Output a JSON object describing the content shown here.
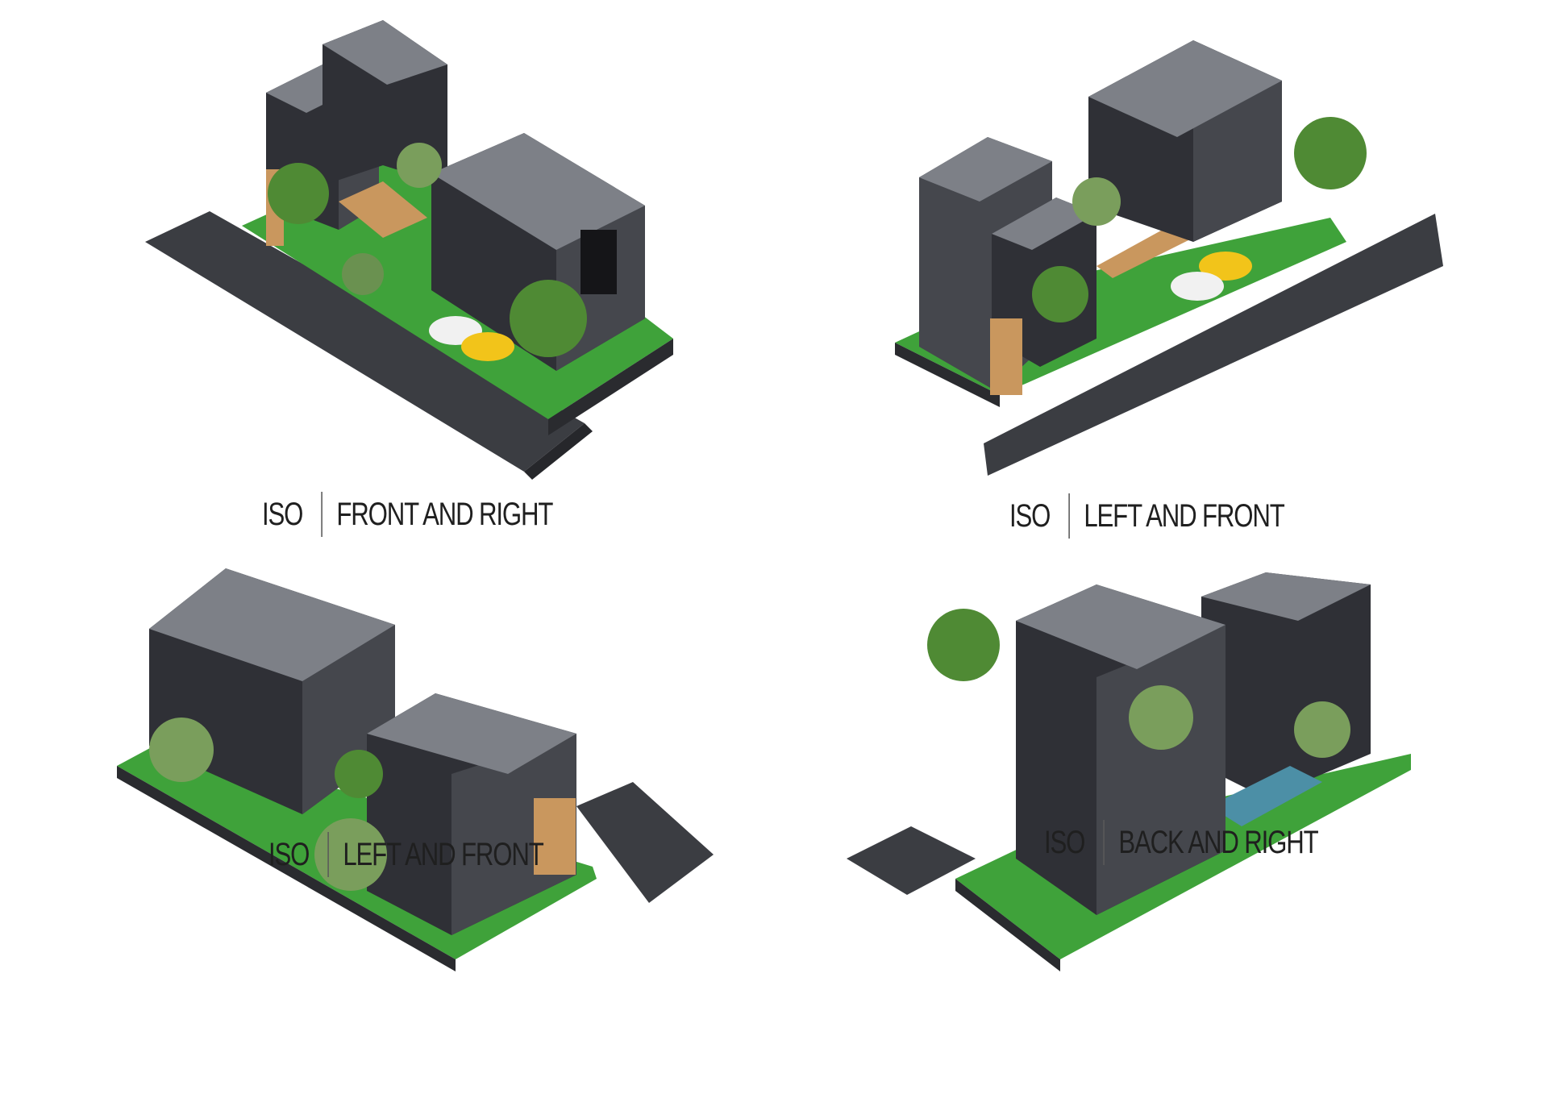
{
  "views": [
    {
      "prefix": "ISO",
      "label": "FRONT AND RIGHT"
    },
    {
      "prefix": "ISO",
      "label": "LEFT AND FRONT"
    },
    {
      "prefix": "ISO",
      "label": "LEFT AND FRONT"
    },
    {
      "prefix": "ISO",
      "label": "BACK AND RIGHT"
    }
  ],
  "colors": {
    "background": "#ffffff",
    "road": "#3b3d42",
    "grass": "#3fa23a",
    "facade_dark": "#2f3036",
    "facade_mid": "#45474d",
    "roof": "#7d8087",
    "wood": "#c9975e",
    "tree": "#4f8a34",
    "car_white": "#f1f1f1",
    "car_yellow": "#f2c41a"
  }
}
